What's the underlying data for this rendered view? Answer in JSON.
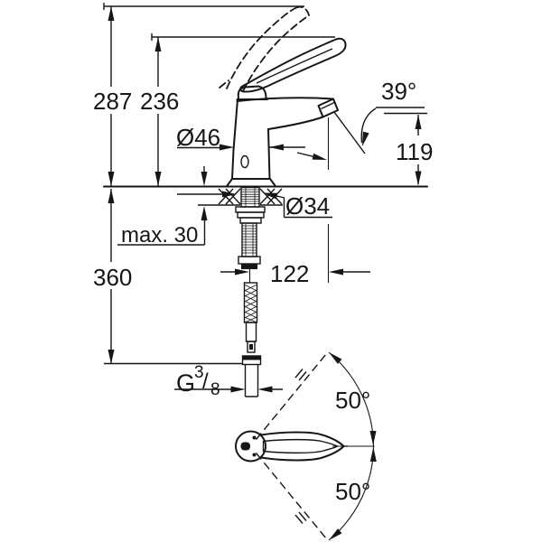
{
  "drawing": {
    "type": "faucet-dimensional-technical-drawing",
    "dims": {
      "total_height": "287",
      "lever_height": "236",
      "body_diameter": "Ø46",
      "spout_angle": "39°",
      "outlet_height": "119",
      "shank_diameter": "Ø34",
      "deck_thickness": "max. 30",
      "supply_length": "360",
      "spout_projection": "122",
      "thread": {
        "g": "G",
        "numerator": "3",
        "slash": "/",
        "denominator": "8"
      },
      "swing_upper": "50°",
      "swing_lower": "50°"
    },
    "colors": {
      "line": "#161616",
      "background": "#ffffff"
    }
  }
}
